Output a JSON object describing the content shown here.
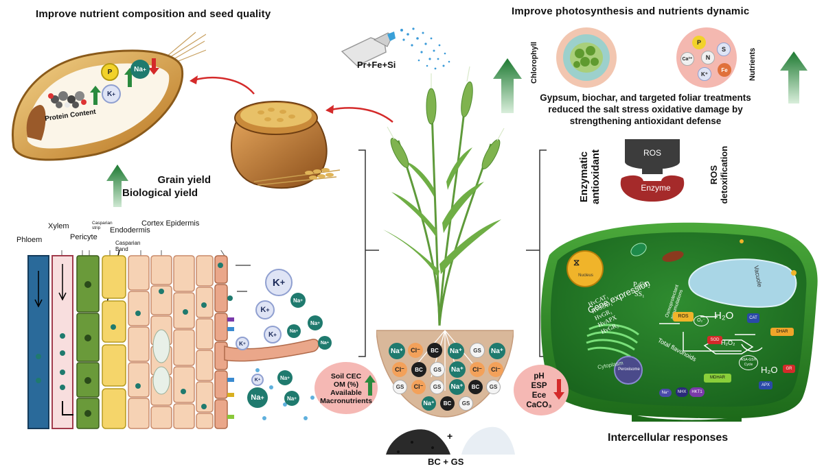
{
  "titles": {
    "seed_quality": "Improve nutrient composition and seed quality",
    "photosynthesis": "Improve photosynthesis and nutrients dynamic",
    "intercellular": "Intercellular responses"
  },
  "seed": {
    "protein_content": "Protein Content",
    "p": "P",
    "na": "Na",
    "k": "K",
    "plus": "+"
  },
  "yield": {
    "grain": "Grain yield",
    "biological": "Biological yield"
  },
  "spray": {
    "label": "Pr+Fe+Si"
  },
  "photosynthesis": {
    "chlorophyll": "Chlorophyll",
    "nutrients": "Nutrients",
    "nutrient_ions": [
      "P",
      "S",
      "Ca²⁺",
      "N",
      "K⁺",
      "Fe"
    ],
    "description": "Gypsum, biochar, and targeted foliar treatments reduced the salt stress oxidative damage by strengthening antioxidant defense"
  },
  "antioxidant": {
    "enzymatic": "Enzymatic antioxidant",
    "ros": "ROS",
    "enzyme": "Enzyme",
    "detox": "ROS detoxification"
  },
  "root": {
    "phloem": "Phloem",
    "xylem": "Xylem",
    "pericyte": "Pericyte",
    "casparian_strip": "Casparian strip",
    "endodermis": "Endodermis",
    "casparian_band": "Casparian Band",
    "cortex_epidermis": "Cortex Epidermis",
    "na": "Na",
    "k": "K",
    "plus": "+"
  },
  "soil": {
    "left_box": [
      "Soil CEC",
      "OM (%)",
      "Available",
      "Macronutrients"
    ],
    "right_box": [
      "pH",
      "ESP",
      "Ece",
      "CaCO₃"
    ],
    "ion_grid": [
      [
        "Na⁺",
        "Cl⁻",
        "BC",
        "Na⁺",
        "GS",
        "Na⁺"
      ],
      [
        "Cl⁻",
        "BC",
        "GS",
        "Na⁺",
        "Cl⁻",
        "Cl⁻"
      ],
      [
        "GS",
        "Cl⁻",
        "GS",
        "Na⁺",
        "BC",
        "GS"
      ],
      [
        "Na⁺",
        "BC",
        "GS"
      ]
    ],
    "plus": "+",
    "amendment": "BC + GS"
  },
  "cell": {
    "nucleus": "Nucleus",
    "gene_expression": "Gene expression",
    "genes": [
      "HvCAT₁",
      "HvSOD₁",
      "HvGR₁",
      "HvAPX",
      "HvGR₂"
    ],
    "p5cs": "P₅CS₂",
    "ss": "SS₁",
    "osmoprotectant": "Osmoprotectant accumulations",
    "vacuole": "Vacuole",
    "ros": "ROS",
    "o2": "O₂⁻",
    "sod": "SOD",
    "h2o2": "H₂O₂",
    "h2o_top": "H₂O",
    "cat": "CAT",
    "dhar": "DHAR",
    "asa_gsh": "ASA-GSH Cycle",
    "mdhar": "MDHAR",
    "h2o_bottom": "H₂O",
    "apx": "APX",
    "gr": "GR",
    "total_flavonoids": "Total flavonoids",
    "cytoplasm": "Cytoplasm",
    "peroxisome": "Peroxisome",
    "hkt": "HKT1",
    "nhx": "NHX",
    "na": "Na⁺"
  },
  "colors": {
    "arrow_green": "#2a8a3e",
    "arrow_red": "#d42a2a",
    "cell_green": "#2f8a2a",
    "soil": "#d9b89a"
  }
}
